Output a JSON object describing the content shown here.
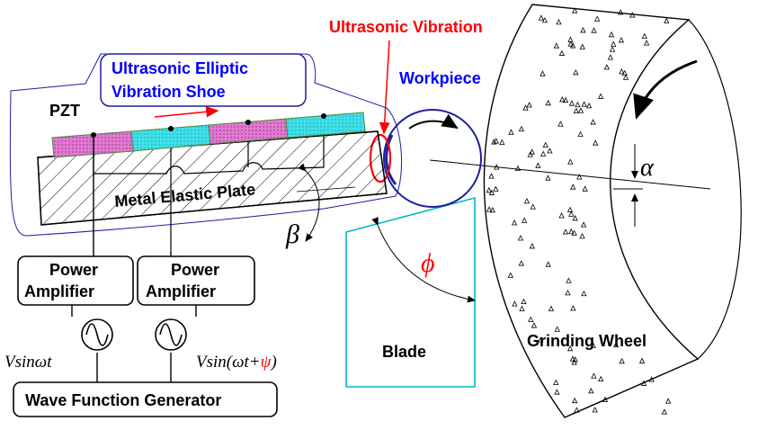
{
  "labels": {
    "ultrasonic_vibration": "Ultrasonic Vibration",
    "shoe_line1": "Ultrasonic Elliptic",
    "shoe_line2": "Vibration Shoe",
    "workpiece": "Workpiece",
    "pzt": "PZT",
    "metal_plate": "Metal Elastic Plate",
    "beta": "β",
    "alpha": "α",
    "phi": "ϕ",
    "amp1_line1": "Power",
    "amp1_line2": "Amplifier",
    "amp2_line1": "Power",
    "amp2_line2": "Amplifier",
    "signal1": "Vsinωt",
    "signal2_prefix": "Vsin(ωt+",
    "signal2_psi": "ψ",
    "signal2_suffix": ")",
    "blade": "Blade",
    "grinding_wheel": "Grinding Wheel",
    "generator": "Wave Function Generator"
  },
  "colors": {
    "red": "#ff0000",
    "blue": "#0000ff",
    "navy": "#1f1f9e",
    "cyan": "#00b8c8",
    "pzt_pink": "#e07ad0",
    "pzt_cyan": "#3fe0e8",
    "black": "#000000"
  }
}
